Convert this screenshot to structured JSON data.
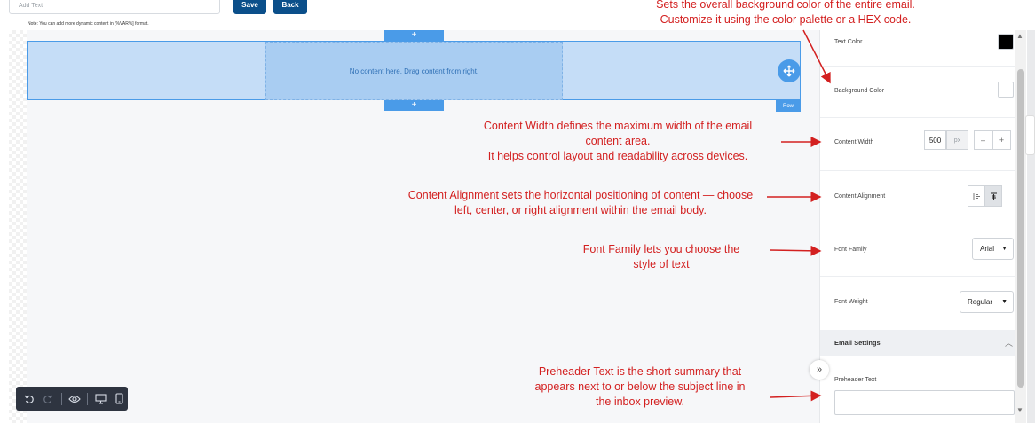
{
  "top_bar": {
    "text_input_placeholder": "Add Text",
    "save_label": "Save",
    "back_label": "Back",
    "note": "Note: You can add more dynamic content in [%VAR%] format."
  },
  "canvas": {
    "add_row_symbol": "+",
    "empty_message": "No content here. Drag content from right.",
    "row_label": "Row",
    "move_icon": "move-arrows-icon"
  },
  "toolbar": {
    "icons": [
      "undo-icon",
      "redo-icon",
      "preview-eye-icon",
      "desktop-icon",
      "mobile-icon"
    ]
  },
  "panel": {
    "text_color_label": "Text Color",
    "text_color_value": "#000000",
    "background_color_label": "Background Color",
    "background_color_value": "#ffffff",
    "content_width_label": "Content Width",
    "content_width_value": "500",
    "content_width_unit": "px",
    "decrement_label": "–",
    "increment_label": "+",
    "content_alignment_label": "Content Alignment",
    "font_family_label": "Font Family",
    "font_family_value": "Arial",
    "font_weight_label": "Font Weight",
    "font_weight_value": "Regular",
    "email_settings_label": "Email Settings",
    "preheader_label": "Preheader Text",
    "preheader_value": "",
    "collapse_symbol": "»"
  },
  "annotations": {
    "background_line1": "Sets the overall background color of the entire email.",
    "background_line2": "Customize it using the color palette or a HEX code.",
    "width_line1": "Content Width defines the maximum width of the email",
    "width_line2": "content area.",
    "width_line3": "It helps control layout and readability across devices.",
    "alignment_line1": "Content Alignment sets the horizontal positioning of content — choose",
    "alignment_line2": "left, center, or right alignment within the email body.",
    "font_line1": "Font Family lets you choose the",
    "font_line2": "style of text",
    "preheader_line1": "Preheader Text is the short summary that",
    "preheader_line2": "appears next to or below the subject line in",
    "preheader_line3": "the inbox preview."
  },
  "colors": {
    "accent": "#4a9be8",
    "button": "#0b4f8a",
    "annotation": "#d32020"
  }
}
